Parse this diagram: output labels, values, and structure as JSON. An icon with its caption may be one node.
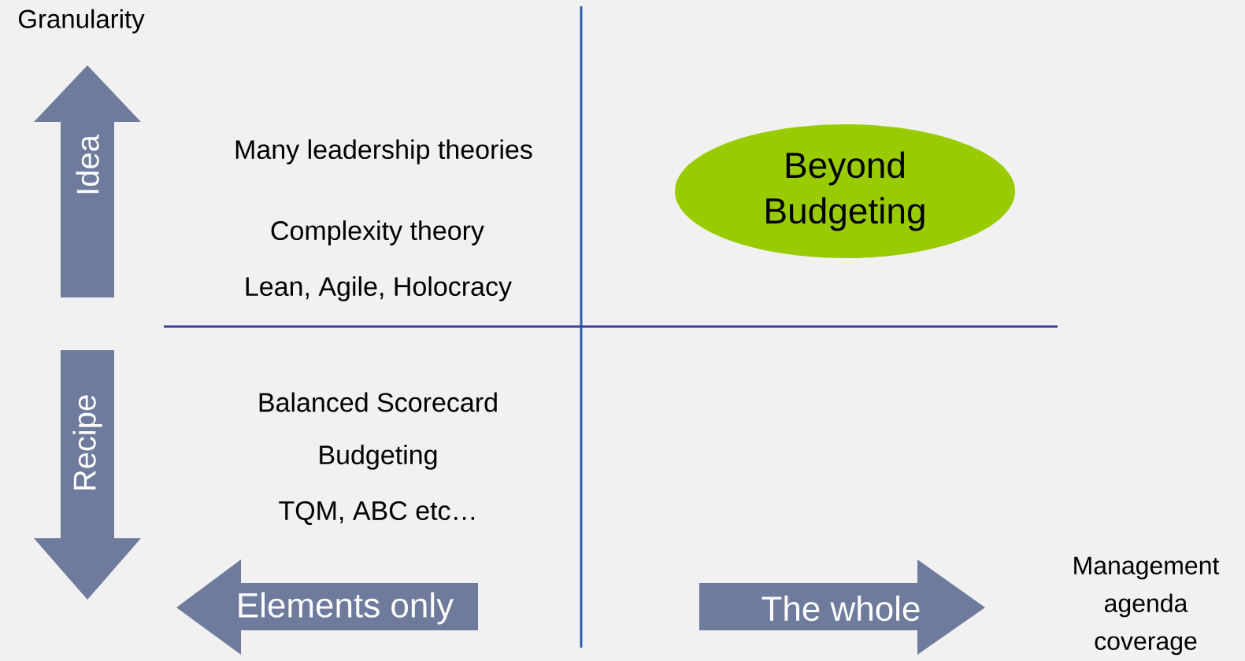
{
  "diagram": {
    "nodes": [
      {
        "text": [
          "Idea"
        ]
      },
      {
        "text": [
          "Recipe"
        ]
      },
      {
        "text": [
          "Elements only"
        ]
      },
      {
        "text": [
          "The whole"
        ]
      },
      {
        "text": [
          "Beyond Budgeting"
        ]
      }
    ],
    "labels": [
      "Granularity",
      "Many leadership theories",
      "Complexity theory",
      "Lean, Agile, Holocracy",
      "Balanced Scorecard",
      "Budgeting",
      "TQM, ABC etc…",
      "Management agenda coverage"
    ]
  }
}
